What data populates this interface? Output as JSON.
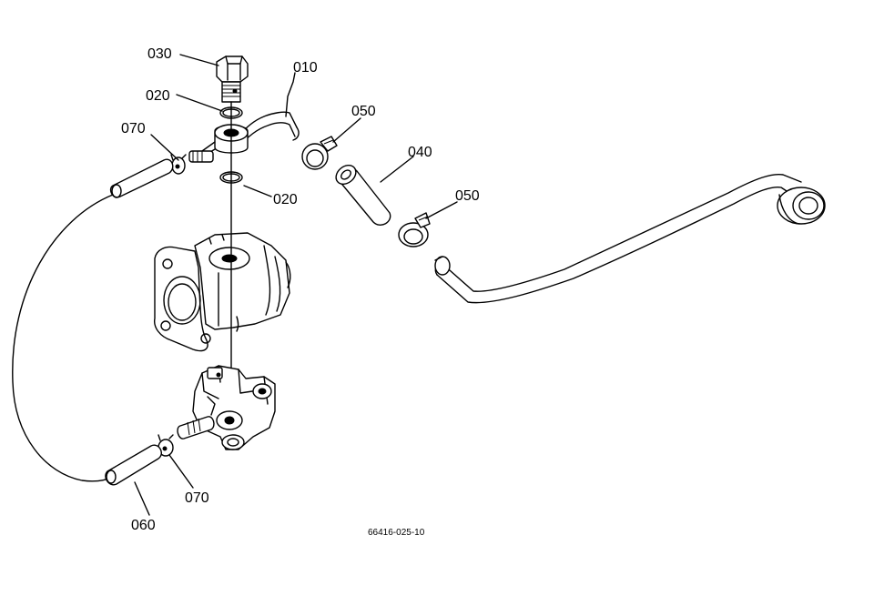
{
  "diagram": {
    "labels": {
      "l030": "030",
      "l020a": "020",
      "l010": "010",
      "l070a": "070",
      "l050a": "050",
      "l040": "040",
      "l020b": "020",
      "l050b": "050",
      "l070b": "070",
      "l060": "060"
    },
    "reference": "66416-025-10"
  }
}
